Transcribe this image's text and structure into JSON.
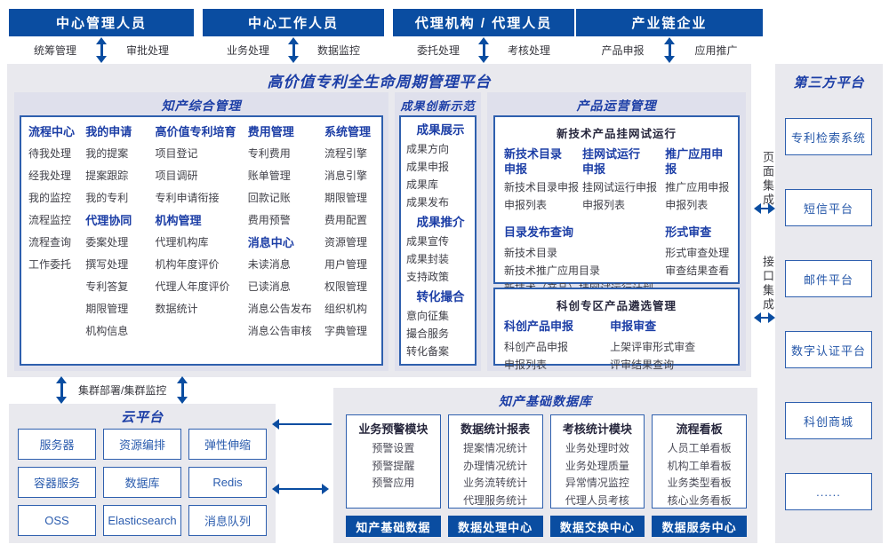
{
  "colors": {
    "banner_blue": "#0a4da1",
    "accent_blue": "#1c3ea6",
    "border_blue": "#2e5fae",
    "panel_gray": "#e9e9ee",
    "panel_lavender": "#dfe0ec"
  },
  "roles": [
    {
      "title": "中心管理人员",
      "left": "统筹管理",
      "right": "审批处理"
    },
    {
      "title": "中心工作人员",
      "left": "业务处理",
      "right": "数据监控"
    },
    {
      "title": "代理机构 / 代理人员",
      "left": "委托处理",
      "right": "考核处理"
    },
    {
      "title": "产业链企业",
      "left": "产品申报",
      "right": "应用推广"
    }
  ],
  "platform_title": "高价值专利全生命周期管理平台",
  "ip": {
    "title": "知产综合管理",
    "columns": [
      {
        "sections": [
          {
            "header": "流程中心",
            "items": [
              "待我处理",
              "经我处理",
              "我的监控",
              "流程监控",
              "流程查询",
              "工作委托"
            ]
          }
        ]
      },
      {
        "sections": [
          {
            "header": "我的申请",
            "items": [
              "我的提案",
              "提案跟踪",
              "我的专利"
            ]
          },
          {
            "header": "代理协同",
            "items": [
              "委案处理",
              "撰写处理",
              "专利答复",
              "期限管理",
              "机构信息"
            ]
          }
        ]
      },
      {
        "sections": [
          {
            "header": "高价值专利培育",
            "items": [
              "项目登记",
              "项目调研",
              "专利申请衔接"
            ]
          },
          {
            "header": "机构管理",
            "items": [
              "代理机构库",
              "机构年度评价",
              "代理人年度评价",
              "数据统计"
            ]
          }
        ]
      },
      {
        "sections": [
          {
            "header": "费用管理",
            "items": [
              "专利费用",
              "账单管理",
              "回款记账",
              "费用预警"
            ]
          },
          {
            "header": "消息中心",
            "items": [
              "未读消息",
              "已读消息",
              "消息公告发布",
              "消息公告审核"
            ]
          }
        ]
      },
      {
        "sections": [
          {
            "header": "系统管理",
            "items": [
              "流程引擎",
              "消息引擎",
              "期限管理",
              "费用配置",
              "资源管理",
              "用户管理",
              "权限管理",
              "组织机构",
              "字典管理"
            ]
          }
        ]
      }
    ]
  },
  "ach": {
    "title": "成果创新示范",
    "sections": [
      {
        "header": "成果展示",
        "items": [
          "成果方向",
          "成果申报",
          "成果库",
          "成果发布"
        ]
      },
      {
        "header": "成果推介",
        "items": [
          "成果宣传",
          "成果封装",
          "支持政策"
        ]
      },
      {
        "header": "转化撮合",
        "items": [
          "意向征集",
          "撮合服务",
          "转化备案"
        ]
      }
    ]
  },
  "ops": {
    "title": "产品运营管理",
    "trial": {
      "header": "新技术产品挂网试运行",
      "groups": [
        {
          "header": "新技术目录\n申报",
          "items": [
            "新技术目录申报",
            "申报列表"
          ]
        },
        {
          "header": "挂网试运行\n申报",
          "items": [
            "挂网试运行申报",
            "申报列表"
          ]
        },
        {
          "header": "推广应用申报",
          "items": [
            "推广应用申报",
            "申报列表"
          ]
        },
        {
          "header": "目录发布查询",
          "items": [
            "新技术目录",
            "新技术推广应用目录",
            "新技术（产品）挂网试运行计划"
          ]
        },
        {
          "header": "形式审查",
          "items": [
            "形式审查处理",
            "审查结果查看"
          ]
        }
      ]
    },
    "selection": {
      "header": "科创专区产品遴选管理",
      "groups": [
        {
          "header": "科创产品申报",
          "items": [
            "科创产品申报",
            "申报列表"
          ]
        },
        {
          "header": "申报审查",
          "items": [
            "上架评审形式审查",
            "评审结果查询"
          ]
        }
      ]
    }
  },
  "integration": {
    "page": "页面集成",
    "api": "接口集成"
  },
  "third_party": {
    "title": "第三方平台",
    "items": [
      "专利检索系统",
      "短信平台",
      "邮件平台",
      "数字认证平台",
      "科创商城",
      "......"
    ]
  },
  "cluster_label": "集群部署/集群监控",
  "cloud": {
    "title": "云平台",
    "items": [
      "服务器",
      "资源编排",
      "弹性伸缩",
      "容器服务",
      "数据库",
      "Redis",
      "OSS",
      "Elasticsearch",
      "消息队列"
    ]
  },
  "db": {
    "title": "知产基础数据库",
    "modules": [
      {
        "header": "业务预警模块",
        "items": [
          "预警设置",
          "预警提醒",
          "预警应用"
        ],
        "footer": "知产基础数据"
      },
      {
        "header": "数据统计报表",
        "items": [
          "提案情况统计",
          "办理情况统计",
          "业务流转统计",
          "代理服务统计"
        ],
        "footer": "数据处理中心"
      },
      {
        "header": "考核统计模块",
        "items": [
          "业务处理时效",
          "业务处理质量",
          "异常情况监控",
          "代理人员考核"
        ],
        "footer": "数据交换中心"
      },
      {
        "header": "流程看板",
        "items": [
          "人员工单看板",
          "机构工单看板",
          "业务类型看板",
          "核心业务看板"
        ],
        "footer": "数据服务中心"
      }
    ]
  }
}
